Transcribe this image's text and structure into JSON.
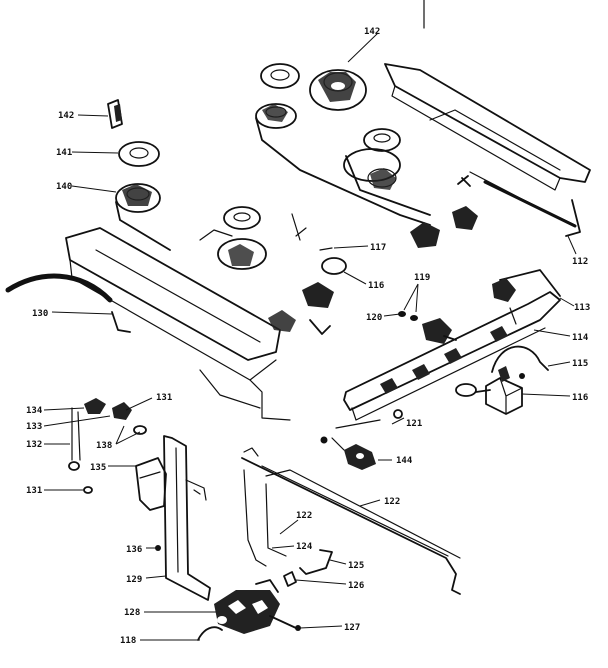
{
  "diagram": {
    "labels": {
      "p142a": "142",
      "p142b": "142",
      "p141": "141",
      "p140": "140",
      "p117": "117",
      "p116a": "116",
      "p119": "119",
      "p120": "120",
      "p113": "113",
      "p114": "114",
      "p115": "115",
      "p116b": "116",
      "p112": "112",
      "p130": "130",
      "p131a": "131",
      "p134": "134",
      "p133": "133",
      "p132": "132",
      "p138": "138",
      "p135": "135",
      "p131b": "131",
      "p121": "121",
      "p144": "144",
      "p122a": "122",
      "p122b": "122",
      "p124": "124",
      "p125": "125",
      "p136": "136",
      "p129": "129",
      "p126": "126",
      "p128": "128",
      "p127": "127",
      "p118": "118"
    }
  }
}
